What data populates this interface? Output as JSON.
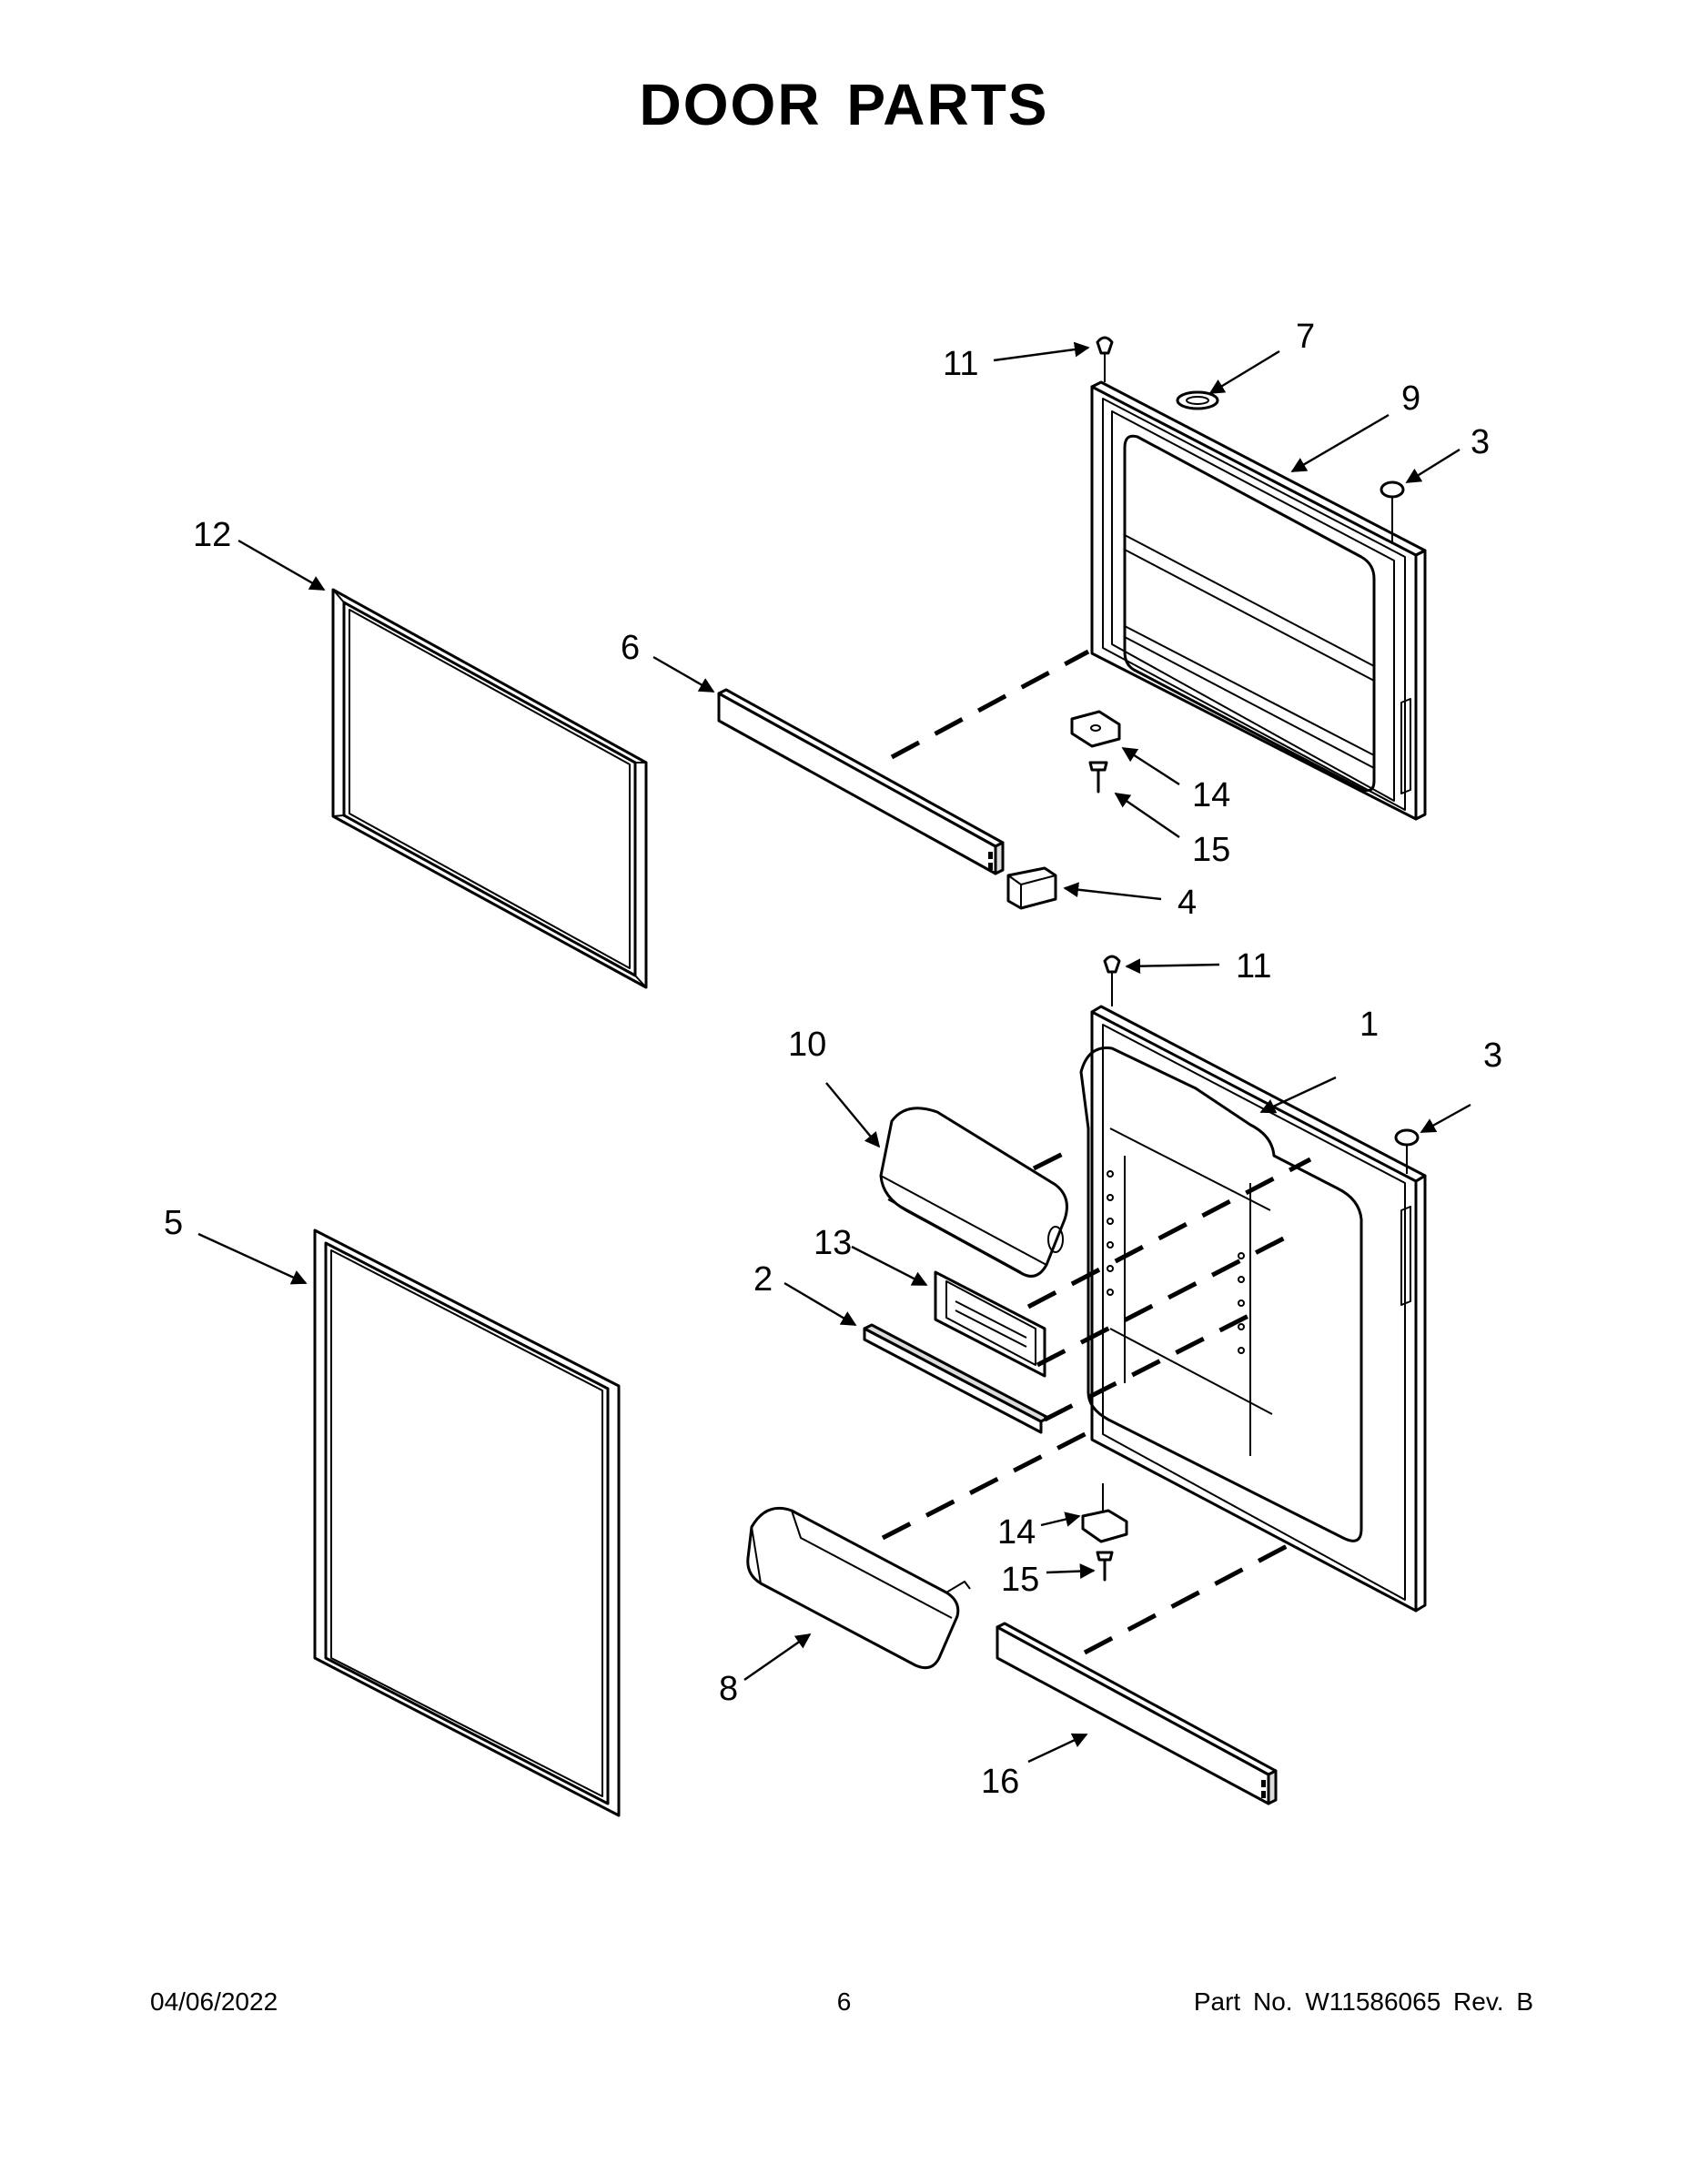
{
  "page": {
    "title": "DOOR PARTS",
    "footer": {
      "date": "04/06/2022",
      "page_number": "6",
      "part_info": "Part No.  W11586065  Rev.  B"
    }
  },
  "diagram": {
    "callouts": [
      {
        "id": "c11a",
        "label": "11"
      },
      {
        "id": "c7",
        "label": "7"
      },
      {
        "id": "c9",
        "label": "9"
      },
      {
        "id": "c3a",
        "label": "3"
      },
      {
        "id": "c12",
        "label": "12"
      },
      {
        "id": "c6",
        "label": "6"
      },
      {
        "id": "c14a",
        "label": "14"
      },
      {
        "id": "c15a",
        "label": "15"
      },
      {
        "id": "c4",
        "label": "4"
      },
      {
        "id": "c11b",
        "label": "11"
      },
      {
        "id": "c1",
        "label": "1"
      },
      {
        "id": "c3b",
        "label": "3"
      },
      {
        "id": "c10",
        "label": "10"
      },
      {
        "id": "c5",
        "label": "5"
      },
      {
        "id": "c13",
        "label": "13"
      },
      {
        "id": "c2",
        "label": "2"
      },
      {
        "id": "c14b",
        "label": "14"
      },
      {
        "id": "c15b",
        "label": "15"
      },
      {
        "id": "c8",
        "label": "8"
      },
      {
        "id": "c16",
        "label": "16"
      }
    ]
  }
}
